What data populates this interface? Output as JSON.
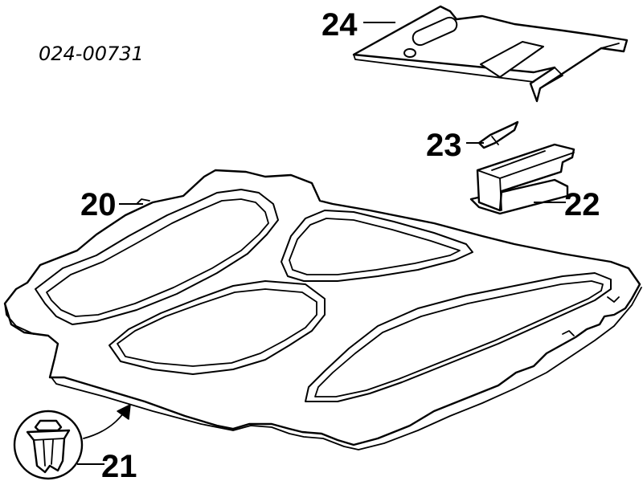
{
  "diagram": {
    "document_number": "024-00731",
    "callouts": [
      {
        "id": "20",
        "text": "20"
      },
      {
        "id": "21",
        "text": "21"
      },
      {
        "id": "22",
        "text": "22"
      },
      {
        "id": "23",
        "text": "23"
      },
      {
        "id": "24",
        "text": "24"
      }
    ]
  }
}
